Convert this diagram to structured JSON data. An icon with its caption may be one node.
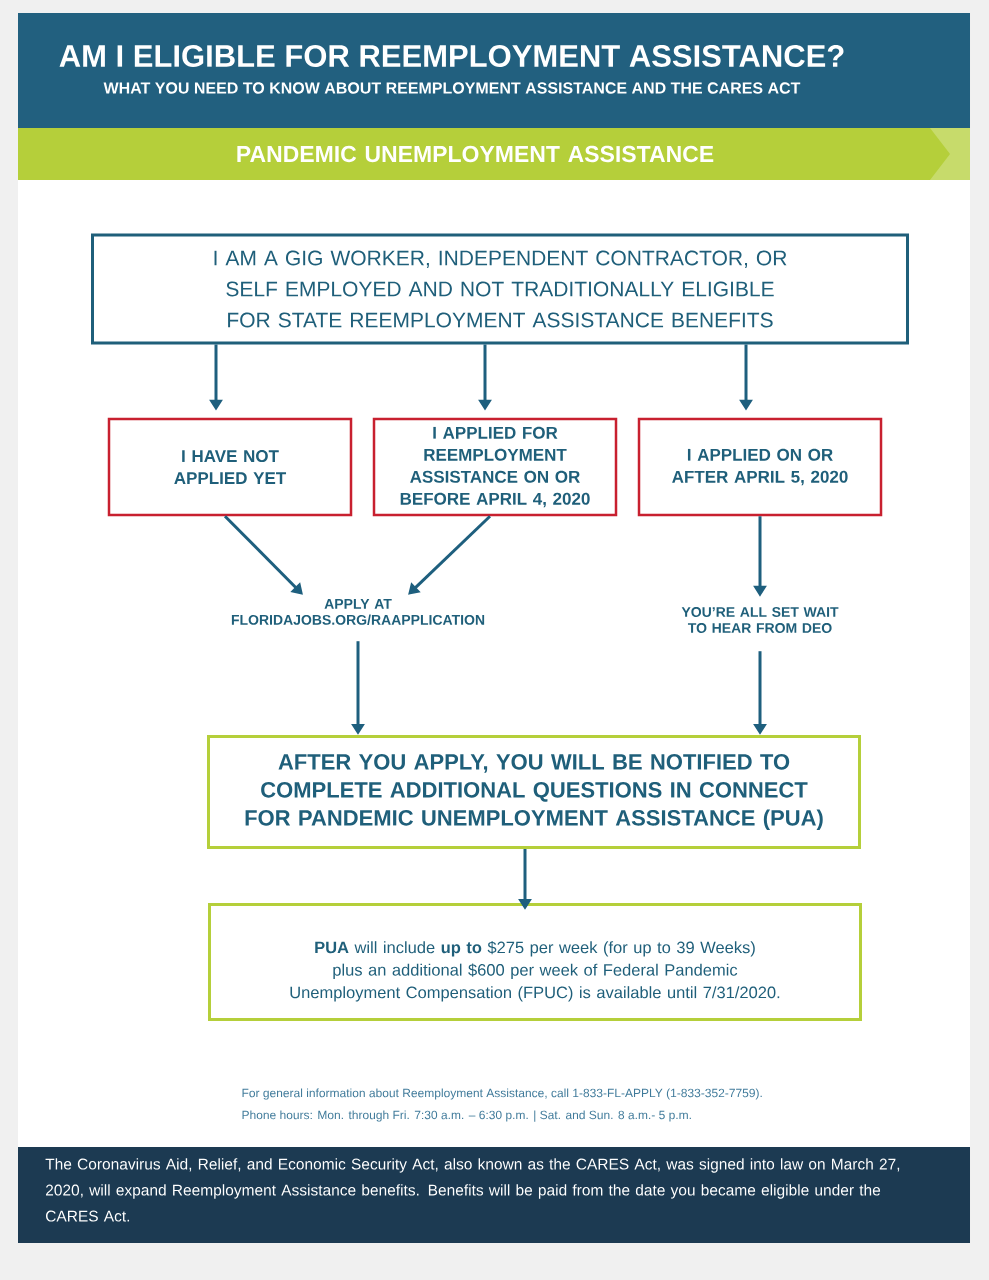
{
  "diagram": {
    "title": "AM I ELIGIBLE FOR REEMPLOYMENT ASSISTANCE?",
    "nodes": [
      {
        "text": [
          "PANDEMIC UNEMPLOYMENT ASSISTANCE"
        ]
      },
      {
        "text": [
          "I AM A GIG WORKER, INDEPENDENT CONTRACTOR, OR SELF EMPLOYED AND NOT TRADITIONALLY ELIGIBLE FOR STATE REEMPLOYMENT ASSISTANCE BENEFITS"
        ]
      },
      {
        "text": [
          "I HAVE NOT APPLIED YET"
        ]
      },
      {
        "text": [
          "I APPLIED FOR REEMPLOYMENT ASSISTANCE ON OR BEFORE APRIL 4, 2020"
        ]
      },
      {
        "text": [
          "I APPLIED ON OR AFTER APRIL 5, 2020"
        ]
      },
      {
        "text": [
          "APPLY AT FLORIDAJOBS.ORG/RAAPPLICATION"
        ]
      },
      {
        "text": [
          "YOU’RE ALL SET WAIT TO HEAR FROM DEO"
        ]
      },
      {
        "text": [
          "AFTER YOU APPLY, YOU WILL BE NOTIFIED TO COMPLETE ADDITIONAL QUESTIONS IN CONNECT FOR PANDEMIC UNEMPLOYMENT ASSISTANCE (PUA)"
        ]
      },
      {
        "text": [
          "**PUA** will include **up to** $275 per week (for up to 39 Weeks) plus an additional $600 per week of Federal Pandemic Unemployment Compensation (FPUC) is available until 7/31/2020."
        ]
      }
    ],
    "edges": [
      {
        "from": 1,
        "to": 2,
        "arrow": "to"
      },
      {
        "from": 1,
        "to": 3,
        "arrow": "to"
      },
      {
        "from": 1,
        "to": 4,
        "arrow": "to"
      },
      {
        "from": 2,
        "to": 5,
        "arrow": "to"
      },
      {
        "from": 3,
        "to": 5,
        "arrow": "to"
      },
      {
        "from": 4,
        "to": 6,
        "arrow": "to"
      },
      {
        "from": 5,
        "to": 7,
        "arrow": "to"
      },
      {
        "from": 6,
        "to": 7,
        "arrow": "to"
      },
      {
        "from": 7,
        "to": 8,
        "arrow": "to"
      }
    ],
    "labels": [
      "WHAT YOU NEED TO KNOW ABOUT REEMPLOYMENT ASSISTANCE AND THE CARES ACT",
      "For general information about Reemployment Assistance, call 1-833-FL-APPLY (1-833-352-7759).",
      "Phone hours: Mon. through Fri. 7:30 a.m. – 6:30 p.m.  |  Sat. and Sun. 8 a.m.- 5 p.m.",
      "The Coronavirus Aid, Relief, and Economic Security Act, also known as the CARES Act, was signed into law on March 27, 2020, will expand Reemployment Assistance benefits. Benefits will be paid from the date you became eligible under the CARES Act."
    ]
  }
}
